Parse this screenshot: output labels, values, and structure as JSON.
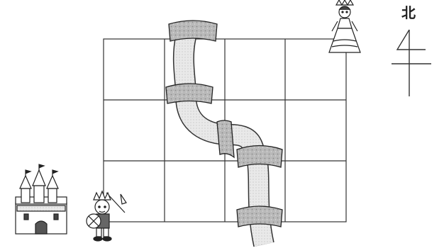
{
  "compass": {
    "north_label": "北",
    "icon": "north-arrow-icon"
  },
  "grid": {
    "columns": 4,
    "rows": 3
  },
  "characters": [
    {
      "role": "princess",
      "icon": "princess-icon"
    },
    {
      "role": "knight",
      "icon": "knight-icon"
    },
    {
      "role": "castle",
      "icon": "castle-icon"
    }
  ],
  "bridge": {
    "planks": 5,
    "icon": "stone-plank-icon"
  }
}
